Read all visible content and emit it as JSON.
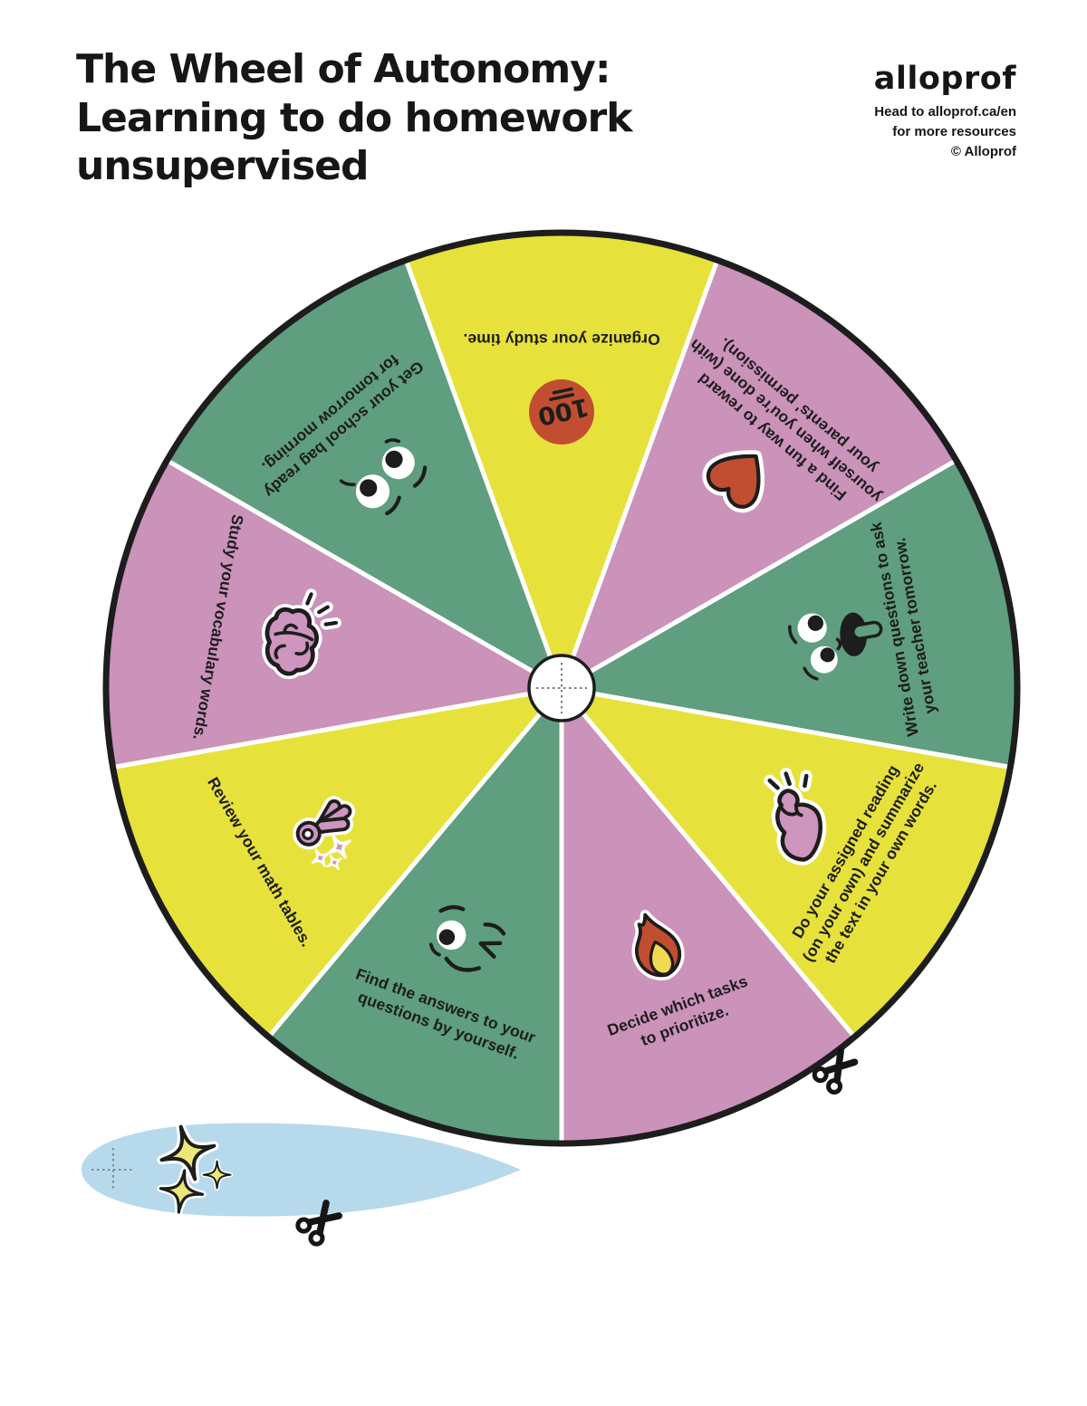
{
  "header": {
    "title": "The Wheel of Autonomy:\nLearning to do homework\nunsupervised",
    "brand": {
      "logo_text": "alloprof",
      "tagline_line1": "Head to alloprof.ca/en",
      "tagline_line2": "for more resources",
      "copyright": "© Alloprof"
    }
  },
  "wheel": {
    "colors": {
      "yellow": "#E6E23B",
      "pink": "#CB92BA",
      "green": "#5F9E7E",
      "outline": "#1D1D1D",
      "separator": "#FFFFFF",
      "hub": "#FFFFFF"
    },
    "segments": [
      {
        "label": "Organize your study time.",
        "color": "yellow",
        "icon": "hundred-points",
        "icon_text": "100"
      },
      {
        "label": "Find a fun way to reward\nyourself when you're done (with\nyour parents' permission).",
        "color": "pink",
        "icon": "heart"
      },
      {
        "label": "Write down questions to ask\nyour teacher tomorrow.",
        "color": "green",
        "icon": "silly-face"
      },
      {
        "label": "Do your assigned reading\n(on your own) and summarize\nthe text in your own words.",
        "color": "yellow",
        "icon": "flexed-biceps"
      },
      {
        "label": "Decide which tasks\nto prioritize.",
        "color": "pink",
        "icon": "fire"
      },
      {
        "label": "Find the answers to your\nquestions by yourself.",
        "color": "green",
        "icon": "winking-face"
      },
      {
        "label": "Review your math tables.",
        "color": "yellow",
        "icon": "ok-hand-sparkles"
      },
      {
        "label": "Study your vocabulary words.",
        "color": "pink",
        "icon": "brain"
      },
      {
        "label": "Get your school bag ready\nfor tomorrow morning.",
        "color": "green",
        "icon": "eyes"
      }
    ],
    "icon_colors": {
      "red": "#C14E30",
      "fire_inner": "#F1DA52",
      "sticker_pink": "#CE95BE",
      "star_yellow": "#E9E878"
    }
  },
  "spinner": {
    "color": "#B7D9EC",
    "icon": "sparkles",
    "star_color": "#E9E878"
  },
  "cut_marks": {
    "icon": "scissors",
    "color": "#151515"
  }
}
